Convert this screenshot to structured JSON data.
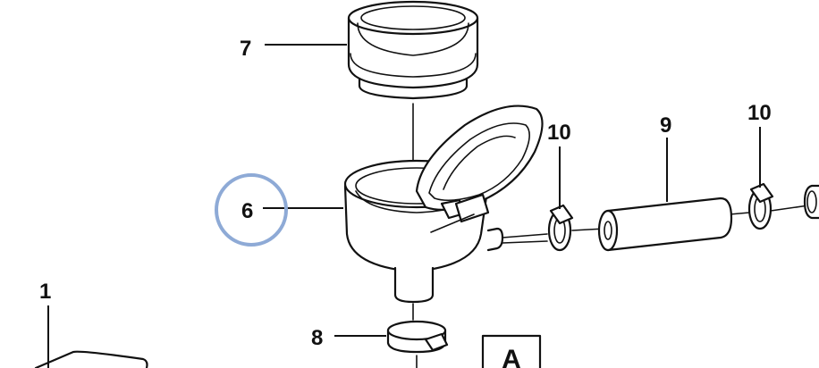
{
  "diagram": {
    "callouts": {
      "c1": "1",
      "c6": "6",
      "c7": "7",
      "c8": "8",
      "c9": "9",
      "c10a": "10",
      "c10b": "10"
    },
    "view_marker": "A",
    "highlight_color": "#8eaad6",
    "line_color": "#111111"
  }
}
